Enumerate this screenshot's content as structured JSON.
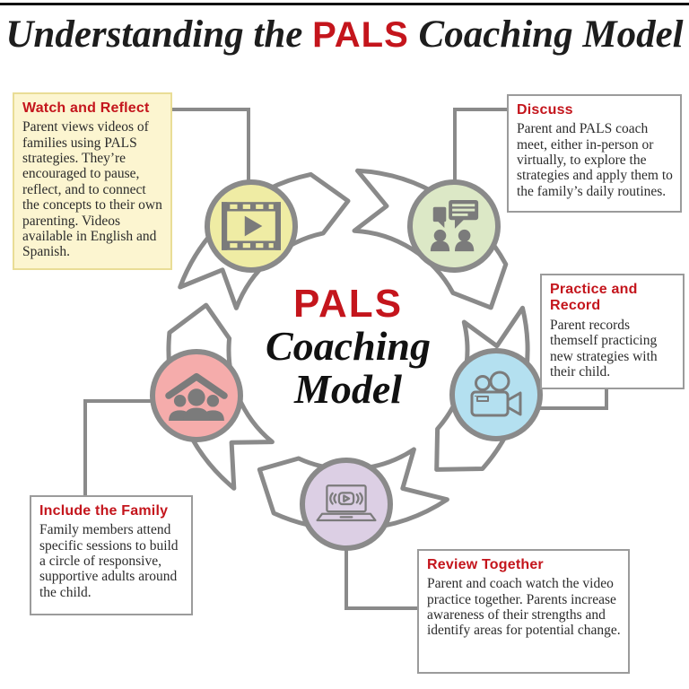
{
  "colors": {
    "accent_red": "#c4151c",
    "line_gray": "#8a8a8a",
    "icon_gray": "#7b7b7b",
    "circle_yellow": "#efeca4",
    "circle_green": "#dce8c6",
    "circle_blue": "#b4e0f0",
    "circle_purple": "#dccfe4",
    "circle_red": "#f5acab",
    "highlight_box_bg": "#fcf5d0"
  },
  "title": {
    "prefix": "Understanding the ",
    "brand": "PALS",
    "suffix": " Coaching Model"
  },
  "center": {
    "brand": "PALS",
    "line1": "Coaching",
    "line2": "Model"
  },
  "steps": [
    {
      "id": "watch-and-reflect",
      "title": "Watch and Reflect",
      "body": "Parent views videos of families using PALS strategies. They’re encouraged to pause, reflect, and to connect the concepts to their own parenting. Videos available in English and Spanish.",
      "icon": "film-strip-icon"
    },
    {
      "id": "discuss",
      "title": "Discuss",
      "body": "Parent and PALS coach meet, either in-person or virtually, to explore the strategies and apply them to the family’s daily routines.",
      "icon": "discussion-people-icon"
    },
    {
      "id": "practice-and-record",
      "title": "Practice and Record",
      "body": "Parent records themself practicing new strategies with their child.",
      "icon": "video-camera-icon"
    },
    {
      "id": "review-together",
      "title": "Review Together",
      "body": "Parent and coach watch the video practice together. Parents increase awareness of their strengths and identify areas for potential change.",
      "icon": "laptop-video-icon"
    },
    {
      "id": "include-the-family",
      "title": "Include the Family",
      "body": "Family members attend specific sessions to build a circle of responsive, supportive adults around the child.",
      "icon": "family-home-icon"
    }
  ]
}
